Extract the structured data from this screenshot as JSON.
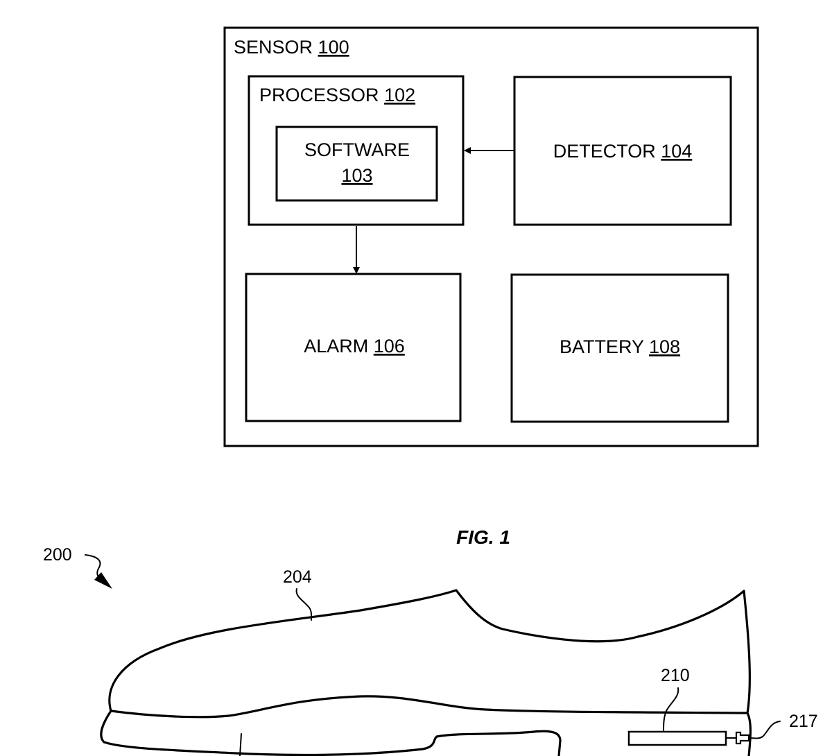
{
  "figure1": {
    "caption": "FIG. 1",
    "sensor": {
      "name": "SENSOR",
      "ref": "100"
    },
    "processor": {
      "name": "PROCESSOR",
      "ref": "102"
    },
    "software": {
      "name": "SOFTWARE",
      "ref": "103"
    },
    "detector": {
      "name": "DETECTOR",
      "ref": "104"
    },
    "alarm": {
      "name": "ALARM",
      "ref": "106"
    },
    "battery": {
      "name": "BATTERY",
      "ref": "108"
    },
    "connections": [
      {
        "from": "detector",
        "to": "processor"
      },
      {
        "from": "processor",
        "to": "alarm"
      }
    ]
  },
  "figure2": {
    "assembly_ref": "200",
    "upper_ref": "204",
    "sensor_ref": "210",
    "connector_ref": "217"
  }
}
